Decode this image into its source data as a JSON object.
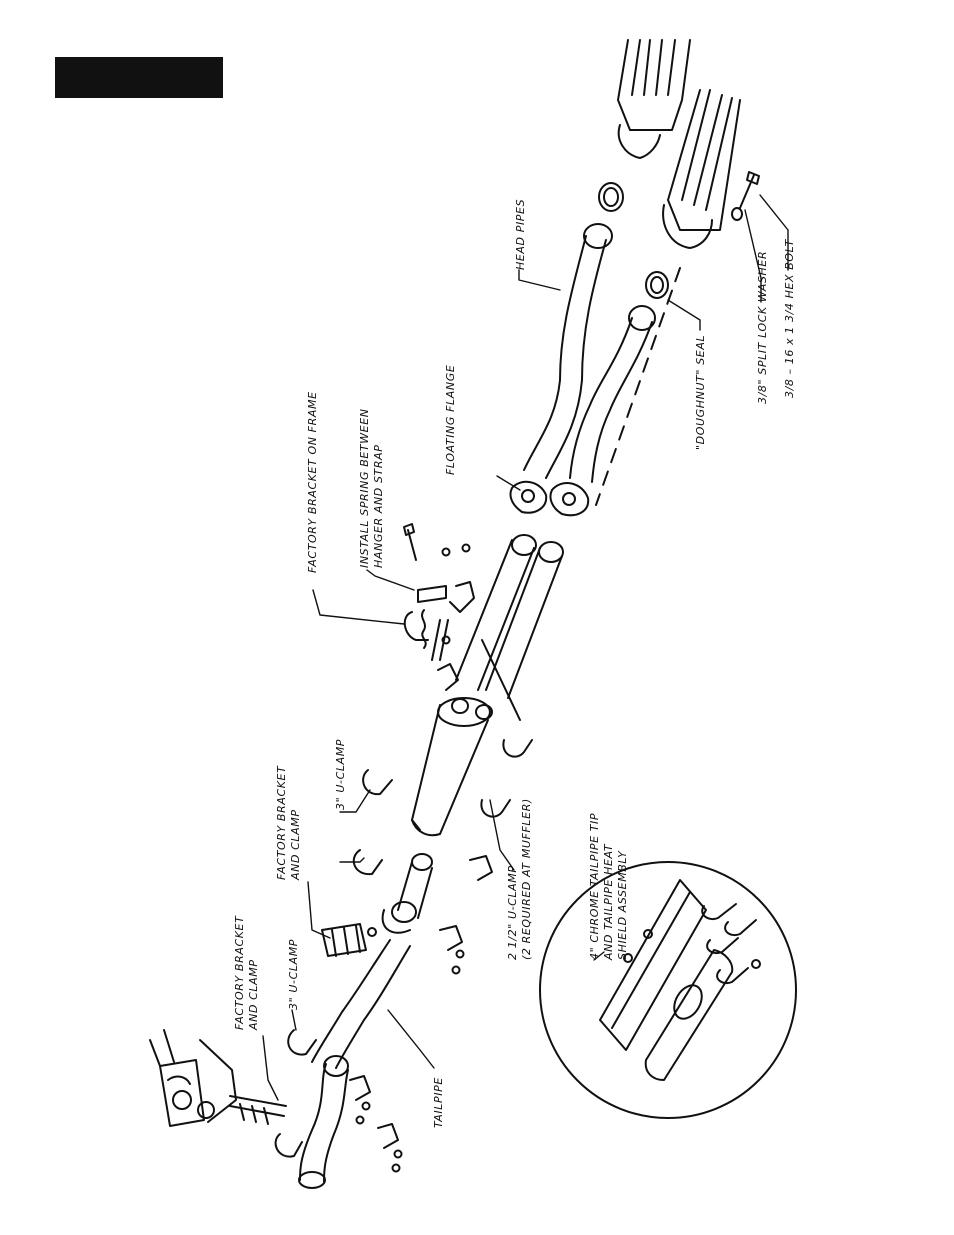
{
  "header": {
    "bar_color": "#111111"
  },
  "labels": {
    "head_pipes": "HEAD PIPES",
    "split_lock_washer": "3/8\" SPLIT LOCK WASHER",
    "hex_bolt": "3/8 – 16 x 1 3/4 HEX BOLT",
    "doughnut_seal": "\"DOUGHNUT\" SEAL",
    "floating_flange": "FLOATING FLANGE",
    "install_spring_1": "INSTALL SPRING BETWEEN",
    "install_spring_2": "HANGER AND STRAP",
    "factory_bracket_frame": "FACTORY BRACKET ON FRAME",
    "u_clamp_3_upper": "3\" U-CLAMP",
    "factory_bracket_clamp_mid_1": "FACTORY BRACKET",
    "factory_bracket_clamp_mid_2": "AND CLAMP",
    "u_clamp_small_1": "2 1/2\" U-CLAMP",
    "u_clamp_small_2": "(2 REQUIRED AT MUFFLER)",
    "factory_bracket_clamp_left_1": "FACTORY BRACKET",
    "factory_bracket_clamp_left_2": "AND CLAMP",
    "u_clamp_3_lower": "3\" U-CLAMP",
    "tailpipe": "TAILPIPE",
    "chrome_tip_1": "4\" CHROME TAILPIPE TIP",
    "chrome_tip_2": "AND TAILPIPE HEAT",
    "chrome_tip_3": "SHIELD ASSEMBLY"
  }
}
